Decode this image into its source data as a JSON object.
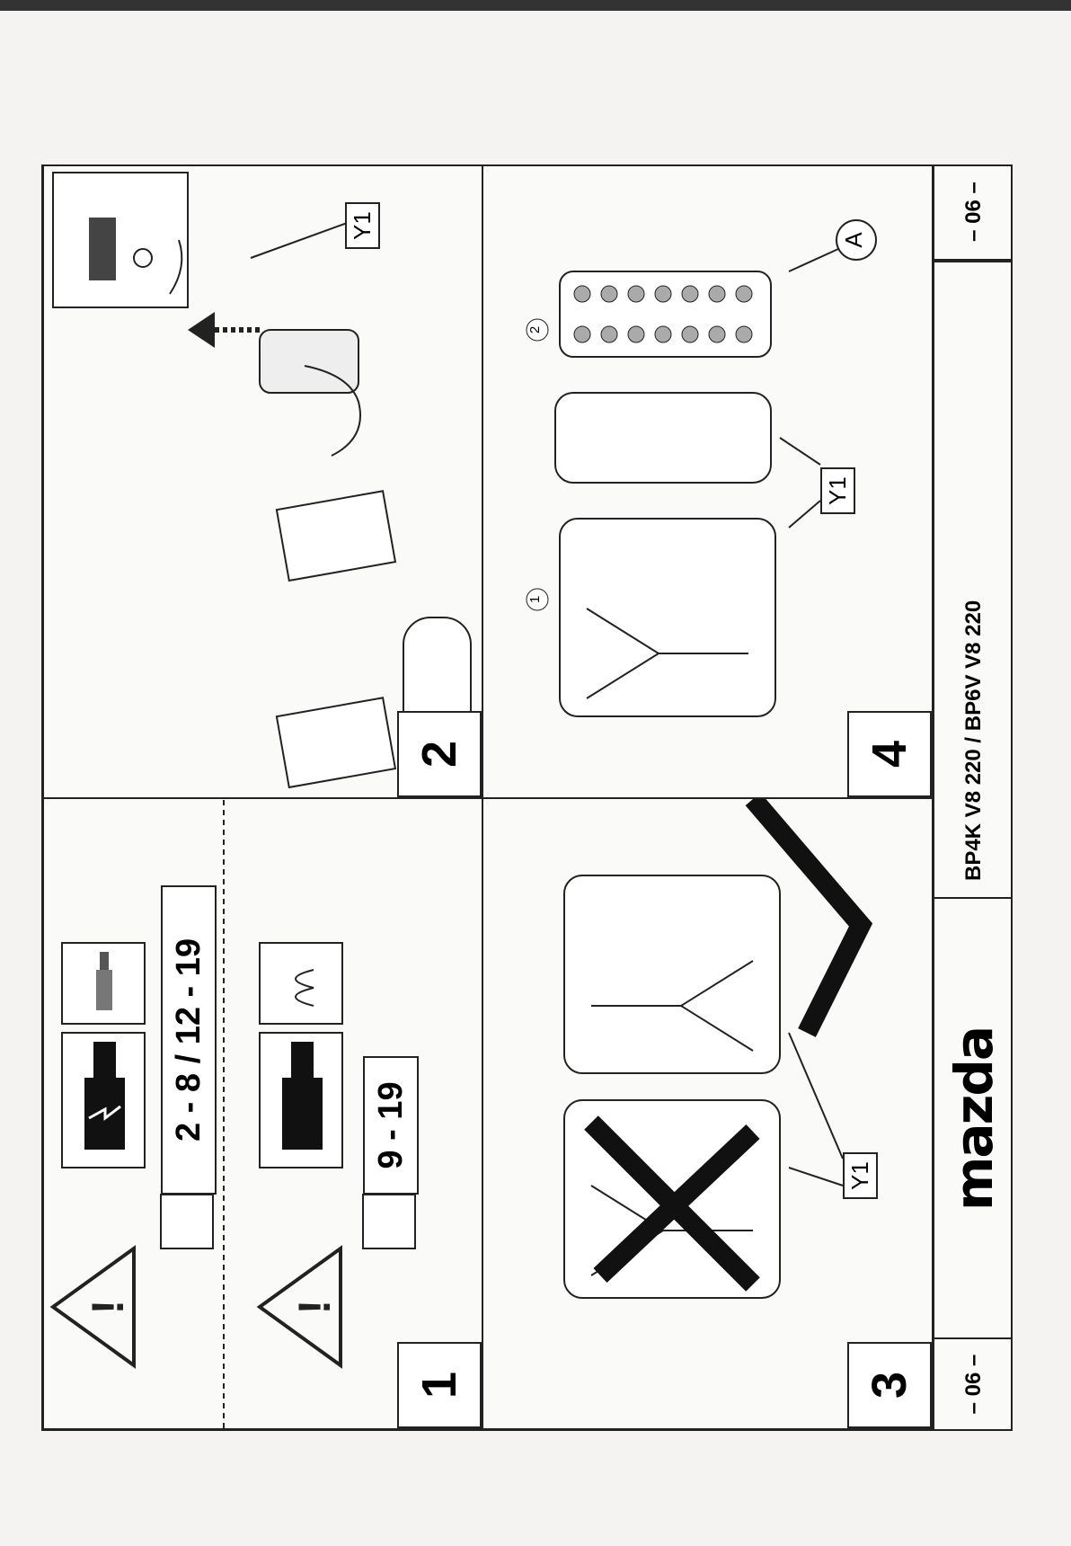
{
  "panels": {
    "p1": {
      "number": "1",
      "range_spark": "2 - 8 / 12 - 19",
      "range_glow": "9 - 19"
    },
    "p2": {
      "number": "2",
      "label": "Y1"
    },
    "p3": {
      "number": "3",
      "label": "Y1"
    },
    "p4": {
      "number": "4",
      "label": "Y1",
      "callout": "A",
      "step1": "1",
      "step2": "2"
    }
  },
  "footer": {
    "page_left": "– 06 –",
    "brand": "mazda",
    "models": "BP4K V8 220 / BP6V V8 220",
    "page_right": "– 06 –"
  }
}
